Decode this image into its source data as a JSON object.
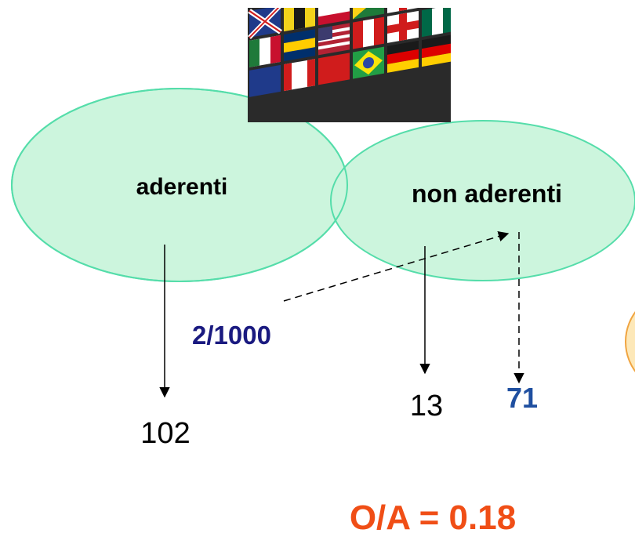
{
  "diagram": {
    "ellipse_left_label": "aderenti",
    "ellipse_right_label": "non aderenti",
    "rate_label": "2/1000",
    "value_aderenti": "102",
    "value_non_aderenti": "13",
    "value_expected": "71",
    "ratio_label": "O/A = 0.18"
  },
  "image": {
    "description_icon": "world-flags-collage-icon"
  },
  "colors": {
    "ellipse_fill": "#ccf5dd",
    "ellipse_stroke": "#55ddaa",
    "dark_blue": "#1a1a80",
    "blue": "#1f4fa0",
    "red": "#f04e16",
    "side_circle_fill": "#fde8b8",
    "side_circle_stroke": "#f0a440"
  }
}
